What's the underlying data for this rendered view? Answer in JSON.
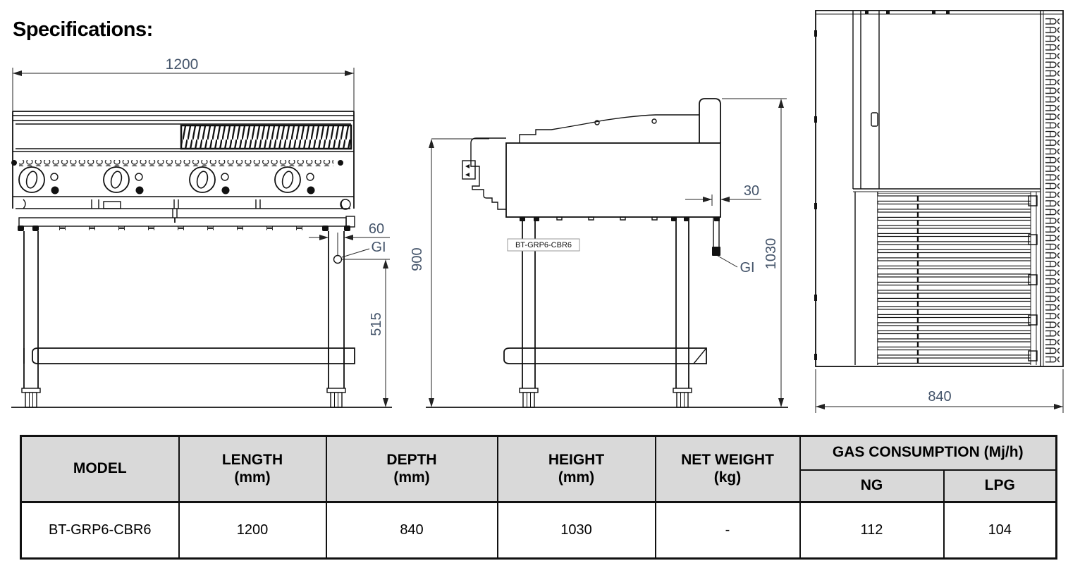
{
  "title": "Specifications:",
  "drawing": {
    "front_view": {
      "width_dim": "1200",
      "leg_offset_dim": "60",
      "gas_inlet_label": "GI",
      "inlet_height_dim": "515"
    },
    "side_view": {
      "work_height_dim": "900",
      "inlet_offset_dim": "30",
      "gas_inlet_label": "GI",
      "overall_height_dim": "1030",
      "model_tag": "BT-GRP6-CBR6"
    },
    "top_view": {
      "depth_dim": "840"
    }
  },
  "table": {
    "headers": {
      "model": "MODEL",
      "length": "LENGTH",
      "length_unit": "(mm)",
      "depth": "DEPTH",
      "depth_unit": "(mm)",
      "height": "HEIGHT",
      "height_unit": "(mm)",
      "net_weight": "NET WEIGHT",
      "net_weight_unit": "(kg)",
      "gas_consumption": "GAS CONSUMPTION (Mj/h)",
      "ng": "NG",
      "lpg": "LPG"
    },
    "row": {
      "model": "BT-GRP6-CBR6",
      "length": "1200",
      "depth": "840",
      "height": "1030",
      "net_weight": "-",
      "ng": "112",
      "lpg": "104"
    }
  },
  "colors": {
    "dimension_text": "#44546A",
    "drawing_line": "#111111",
    "table_header_bg": "#D9D9D9",
    "table_border": "#111111",
    "model_tag_border": "#999999",
    "background": "#FFFFFF"
  }
}
